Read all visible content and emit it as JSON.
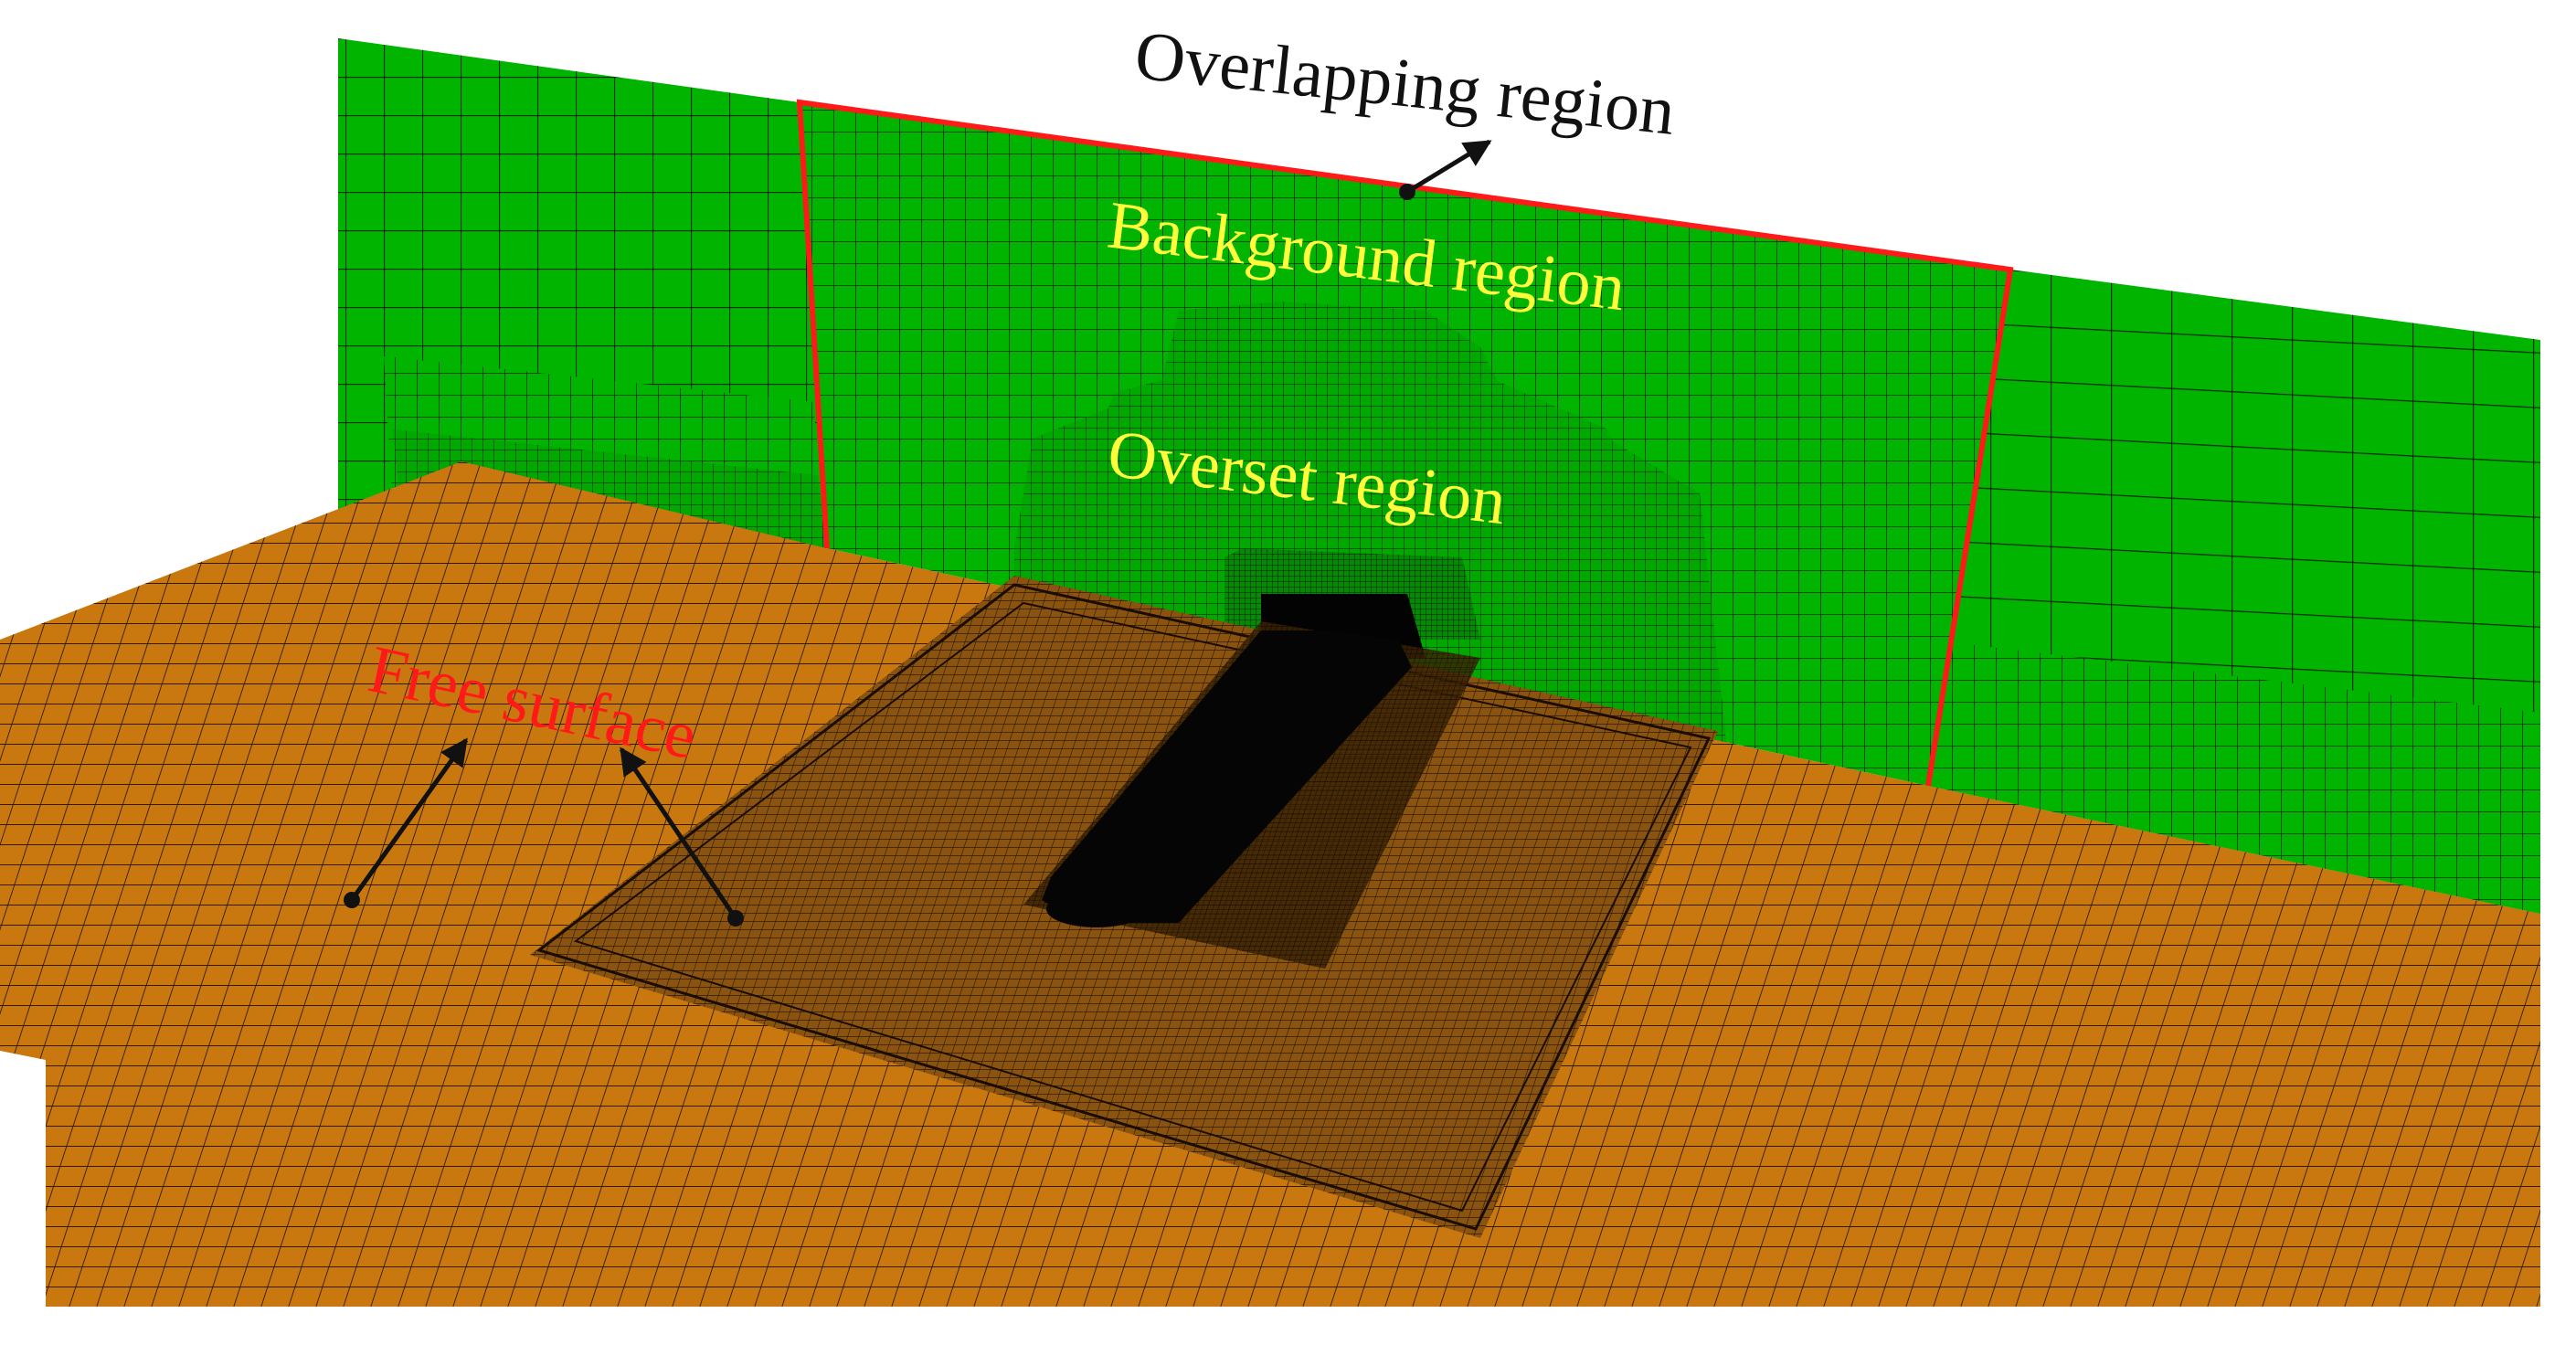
{
  "labels": {
    "overlapping": "Overlapping region",
    "background": "Background region",
    "overset": "Overset region",
    "free_surface": "Free surface"
  },
  "colors": {
    "wall_mesh": "#00b400",
    "wall_grid_line": "#0a2a0a",
    "floor_mesh": "#c8780f",
    "floor_grid_line": "#2a1600",
    "overlap_boundary": "#ff1a1a",
    "label_dark": "#111111",
    "label_yellow": "#ffff3c",
    "label_red": "#ff1a1a",
    "hull": "#050505"
  },
  "icons": {
    "pointer": "arrow-icon"
  }
}
